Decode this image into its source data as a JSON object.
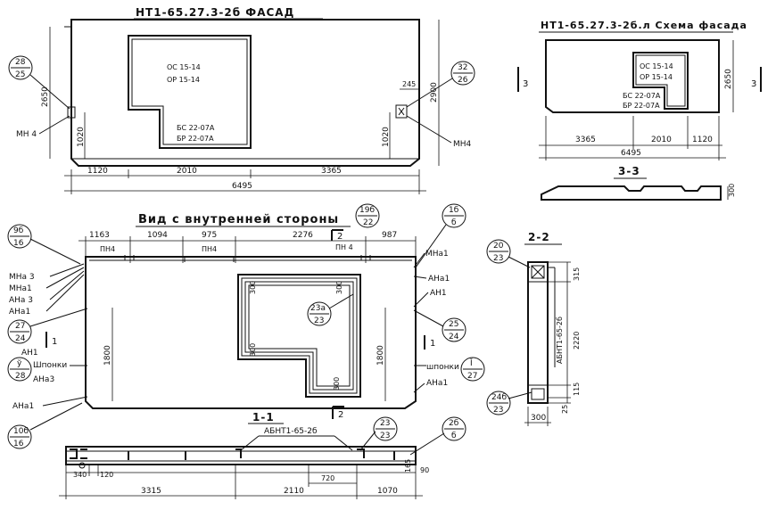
{
  "facade": {
    "title": "НТ1-65.27.3-2б ФАСАД",
    "opening_top": [
      "ОС 15-14",
      "ОР 15-14"
    ],
    "opening_bottom": [
      "БС 22-07А",
      "БР 22-07А"
    ],
    "bubble_left": [
      "28",
      "25"
    ],
    "bubble_right": [
      "32",
      "26"
    ],
    "mn_left": "МН 4",
    "mn_right": "МН4",
    "dim_h_left": "2650",
    "dim_h_right": "2900",
    "dim_1020_left": "1020",
    "dim_1020_right": "1020",
    "dim_245": "245",
    "dims_bottom": [
      "1120",
      "2010",
      "3365"
    ],
    "dim_total": "6495"
  },
  "scheme": {
    "title": "НТ1-65.27.3-2б.л Схема фасада",
    "opening_top": [
      "ОС 15-14",
      "ОР 15-14"
    ],
    "opening_bottom": [
      "БС 22-07А",
      "БР 22-07А"
    ],
    "dim_h": "2650",
    "section_mark": "3",
    "dims_bottom": [
      "3365",
      "2010",
      "1120"
    ],
    "dim_total": "6495"
  },
  "section33": {
    "title": "3-3",
    "dim": "300"
  },
  "interior": {
    "title": "Вид с внутренней стороны",
    "bubble_top": [
      "19б",
      "22"
    ],
    "bubble_tr": [
      "1б",
      "б"
    ],
    "bubble_tl": [
      "9б",
      "16"
    ],
    "dims_top": [
      "1163",
      "1094",
      "975",
      "2276",
      "987"
    ],
    "pn_labels": [
      "ПН4",
      "ПН4",
      "ПН 4"
    ],
    "section_mark_2": "2",
    "left_labels": [
      "МНа 3",
      "МНа1",
      "АНа 3",
      "АНа1"
    ],
    "bubble_left_mid": [
      "27",
      "24"
    ],
    "an1_left": "АН1",
    "section_mark_1": "1",
    "bubble_left_low": [
      "ў",
      "28"
    ],
    "shponki_left": "Шпонки",
    "ana3_left": "АНа3",
    "ana1_left": "АНа1",
    "bubble_left_bottom": [
      "10б",
      "16"
    ],
    "right_labels": [
      "МНа1",
      "АНа1",
      "АН1"
    ],
    "bubble_right_mid": [
      "25",
      "24"
    ],
    "shponki_right": "шпонки",
    "bubble_right_low": [
      "Ĭ",
      "27"
    ],
    "ana1_right": "АНа1",
    "bubble_center": [
      "23а",
      "23"
    ],
    "dim_300_labels": [
      "300",
      "300",
      "300",
      "300"
    ],
    "dim_1800_left": "1800",
    "dim_1800_right": "1800"
  },
  "section11": {
    "title": "1-1",
    "mark": "АБНТ1-65-2б",
    "section_mark_2": "2",
    "bubble_23": [
      "23",
      "23"
    ],
    "bubble_2b": [
      "2б",
      "б"
    ],
    "dims_bottom": [
      "3315",
      "2110",
      "1070"
    ],
    "dims_small": [
      "340",
      "120",
      "720",
      "165",
      "90"
    ]
  },
  "section22": {
    "title": "2-2",
    "bubble_top": [
      "20",
      "23"
    ],
    "bubble_bottom": [
      "24б",
      "23"
    ],
    "mark": "АБНТ1-65-2б",
    "dims_right": [
      "315",
      "2220",
      "115",
      "25"
    ],
    "dim_bottom": "300"
  }
}
